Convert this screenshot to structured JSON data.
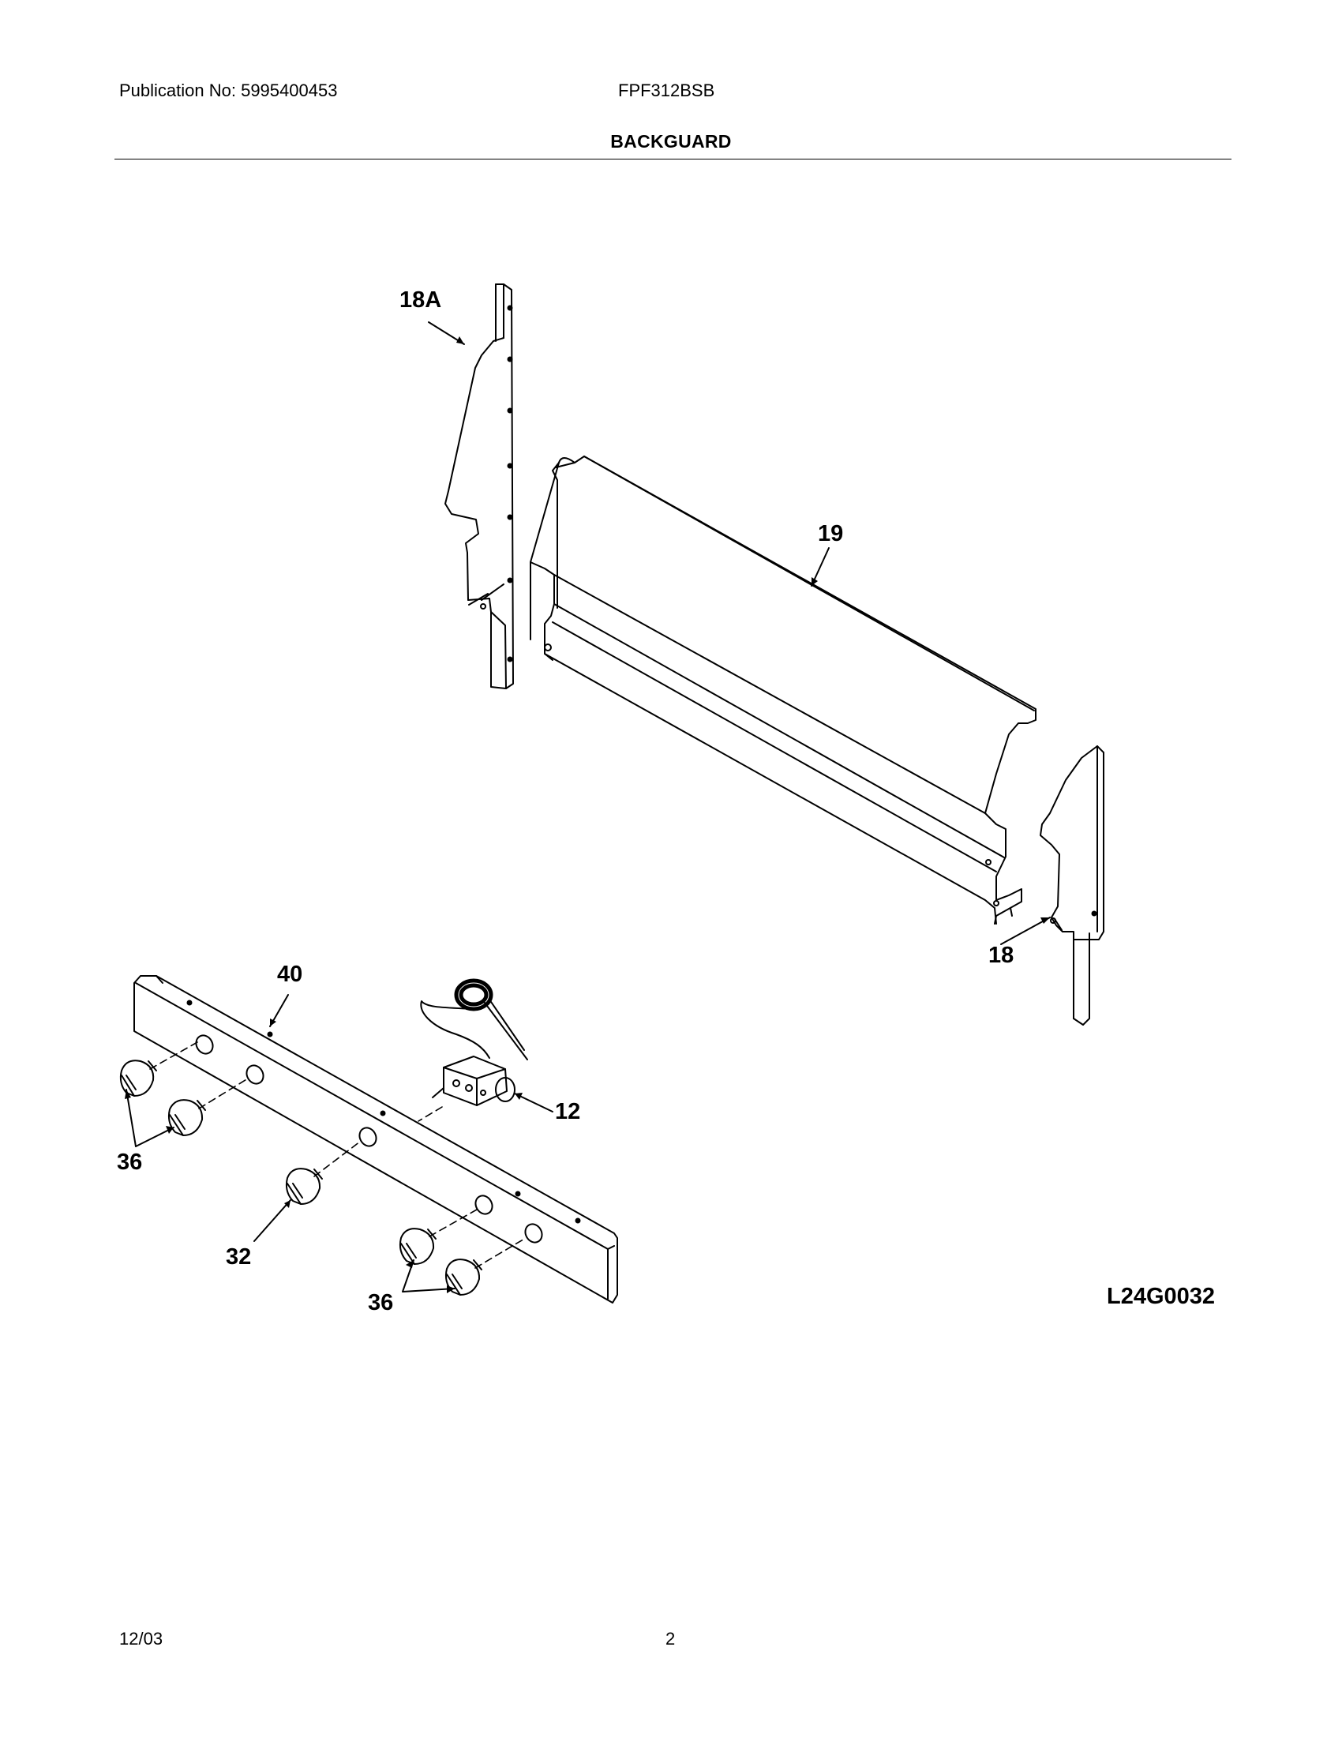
{
  "header": {
    "publication": "Publication No: 5995400453",
    "model": "FPF312BSB",
    "section_title": "BACKGUARD"
  },
  "diagram": {
    "drawing_id": "L24G0032",
    "callouts": {
      "part_18a": "18A",
      "part_19": "19",
      "part_18": "18",
      "part_40": "40",
      "part_12": "12",
      "part_36_upper": "36",
      "part_32": "32",
      "part_36_lower": "36"
    }
  },
  "footer": {
    "date": "12/03",
    "page": "2"
  }
}
